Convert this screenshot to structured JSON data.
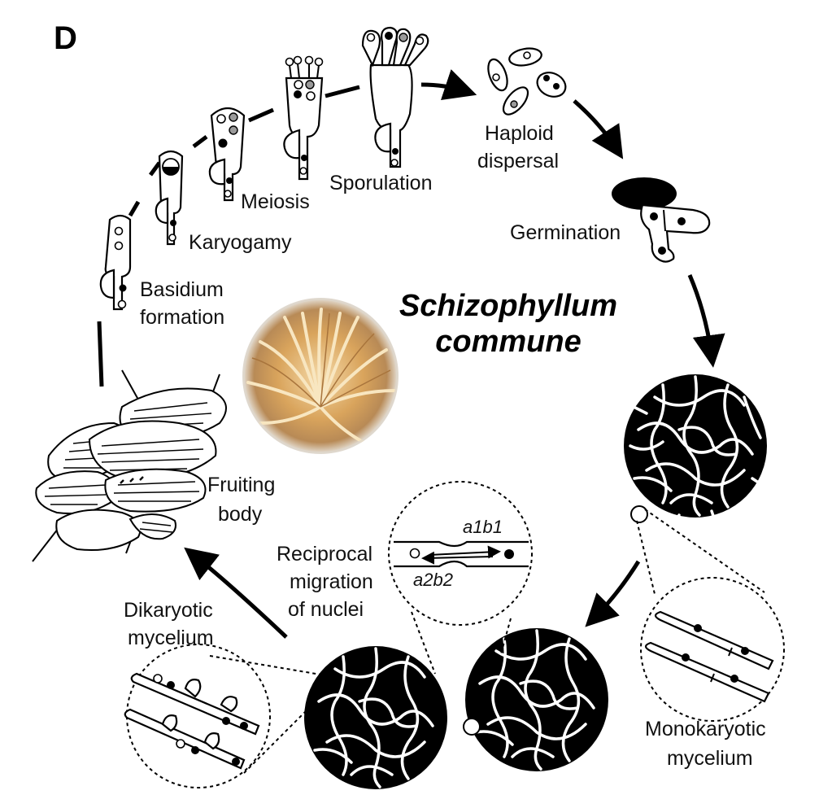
{
  "panel_label": "D",
  "title": {
    "line1": "Schizophyllum",
    "line2": "commune"
  },
  "stages": {
    "basidium_formation": {
      "line1": "Basidium",
      "line2": "formation"
    },
    "karyogamy": "Karyogamy",
    "meiosis": "Meiosis",
    "sporulation": "Sporulation",
    "haploid_dispersal": {
      "line1": "Haploid",
      "line2": "dispersal"
    },
    "germination": "Germination",
    "monokaryotic_mycelium": {
      "line1": "Monokaryotic",
      "line2": "mycelium"
    },
    "reciprocal_migration": {
      "line1": "Reciprocal",
      "line2": "migration",
      "line3": "of nuclei"
    },
    "dikaryotic_mycelium": {
      "line1": "Dikaryotic",
      "line2": "mycelium"
    },
    "fruiting_body": {
      "line1": "Fruiting",
      "line2": "body"
    }
  },
  "genotypes": {
    "top": "a1b1",
    "bottom": "a2b2"
  },
  "colors": {
    "line": "#000000",
    "background": "#ffffff",
    "nucleus_grey": "#9a9a9a",
    "photo_tan": "#c8924a"
  }
}
